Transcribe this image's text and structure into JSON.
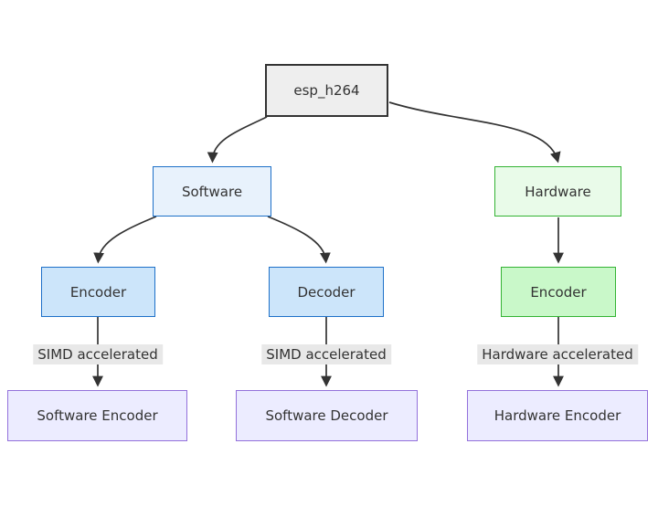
{
  "diagram": {
    "type": "flowchart",
    "direction": "top-down",
    "nodes": {
      "root": {
        "label": "esp_h264",
        "fill": "#eeeeee",
        "stroke": "#333333"
      },
      "software": {
        "label": "Software",
        "fill": "#e8f2fc",
        "stroke": "#1d70c8"
      },
      "hardware": {
        "label": "Hardware",
        "fill": "#e9fbe9",
        "stroke": "#33b333"
      },
      "sw_encoder": {
        "label": "Encoder",
        "fill": "#cce5fa",
        "stroke": "#1d70c8"
      },
      "sw_decoder": {
        "label": "Decoder",
        "fill": "#cce5fa",
        "stroke": "#1d70c8"
      },
      "hw_encoder": {
        "label": "Encoder",
        "fill": "#c9f8c9",
        "stroke": "#33b333"
      },
      "sw_encoder_out": {
        "label": "Software Encoder",
        "fill": "#ececff",
        "stroke": "#9370db"
      },
      "sw_decoder_out": {
        "label": "Software Decoder",
        "fill": "#ececff",
        "stroke": "#9370db"
      },
      "hw_encoder_out": {
        "label": "Hardware Encoder",
        "fill": "#ececff",
        "stroke": "#9370db"
      }
    },
    "edges": [
      {
        "from": "root",
        "to": "software",
        "label": ""
      },
      {
        "from": "root",
        "to": "hardware",
        "label": ""
      },
      {
        "from": "software",
        "to": "sw_encoder",
        "label": ""
      },
      {
        "from": "software",
        "to": "sw_decoder",
        "label": ""
      },
      {
        "from": "hardware",
        "to": "hw_encoder",
        "label": ""
      },
      {
        "from": "sw_encoder",
        "to": "sw_encoder_out",
        "label": "SIMD accelerated"
      },
      {
        "from": "sw_decoder",
        "to": "sw_decoder_out",
        "label": "SIMD accelerated"
      },
      {
        "from": "hw_encoder",
        "to": "hw_encoder_out",
        "label": "Hardware accelerated"
      }
    ],
    "edge_labels": {
      "simd_1": "SIMD accelerated",
      "simd_2": "SIMD accelerated",
      "hw_acc": "Hardware accelerated"
    },
    "colors": {
      "edge": "#333333",
      "edge_label_bg": "#e8e8e8",
      "text": "#333333",
      "background": "#ffffff"
    }
  }
}
